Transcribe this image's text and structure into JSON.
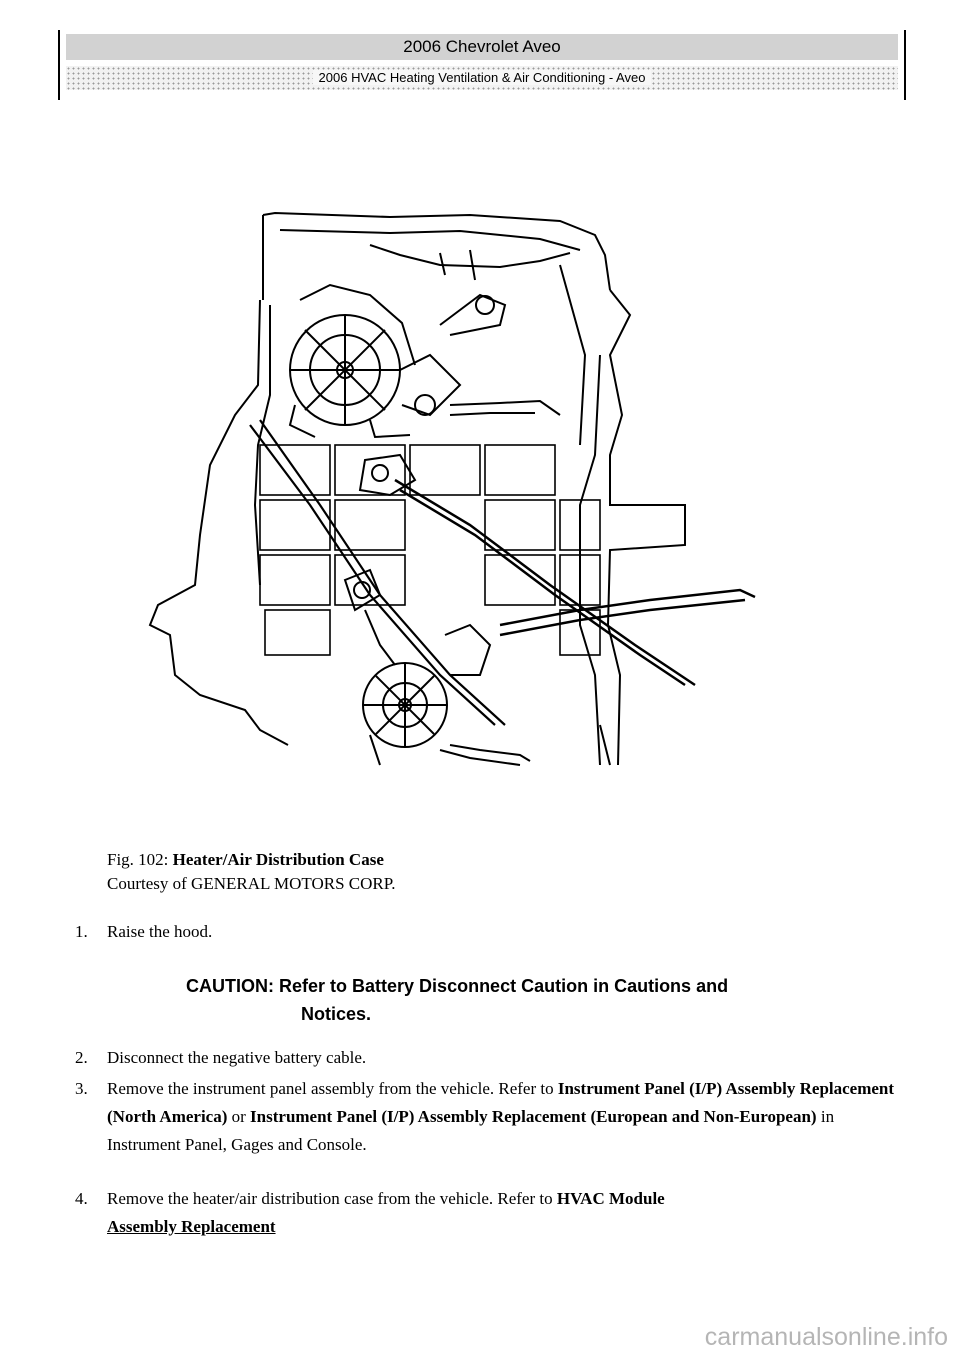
{
  "header": {
    "title": "2006 Chevrolet Aveo",
    "subtitle": "2006 HVAC Heating Ventilation & Air Conditioning - Aveo"
  },
  "figure": {
    "caption_label": "Fig. 102:",
    "caption_title": "Heater/Air Distribution Case",
    "courtesy": "Courtesy of GENERAL MOTORS CORP."
  },
  "steps": [
    {
      "num": "1.",
      "text": "Raise the hood."
    },
    {
      "num": "2.",
      "text": "Disconnect the negative battery cable."
    },
    {
      "num": "3.",
      "prefix": "Remove the instrument panel assembly from the vehicle. Refer to ",
      "ref1": "Instrument Panel (I/P) Assembly Replacement (North America)",
      "mid": " or ",
      "ref2": "Instrument Panel (I/P) Assembly Replacement (European and Non-European)",
      "suffix": " in Instrument Panel, Gages and Console."
    },
    {
      "num": "4.",
      "prefix": "Remove the heater/air distribution case from the vehicle. Refer to ",
      "ref1": "HVAC Module",
      "ref1b": "Assembly Replacement",
      "suffix": " ."
    }
  ],
  "caution": {
    "label": "CAUTION:",
    "text1": "Refer to Battery Disconnect Caution in Cautions and",
    "text2": "Notices."
  },
  "watermark": "carmanualsonline.info"
}
